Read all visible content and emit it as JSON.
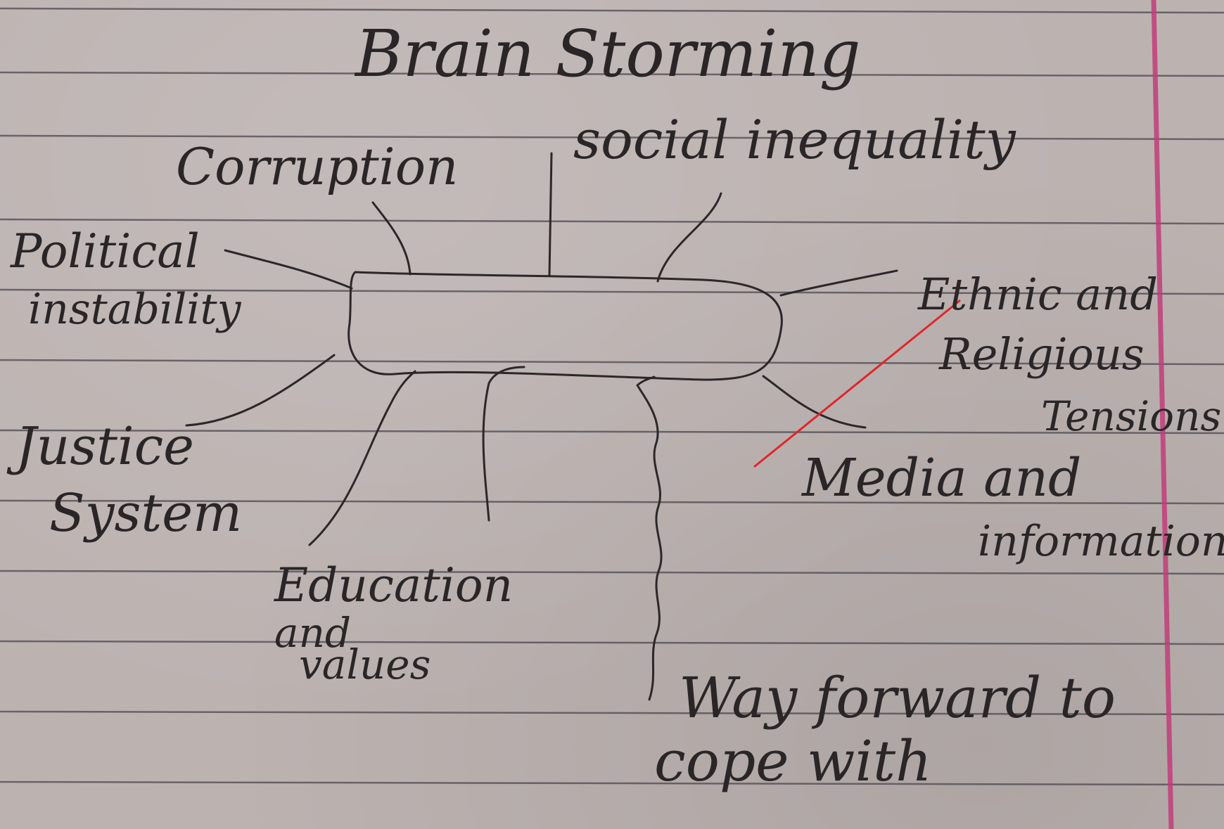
{
  "title": "Brain Storming",
  "center_label": "",
  "branches": [
    {
      "id": "corruption",
      "lines": [
        "Corruption"
      ]
    },
    {
      "id": "social-inequality",
      "lines": [
        "social inequality"
      ]
    },
    {
      "id": "political-instability",
      "lines": [
        "Political",
        "instability"
      ]
    },
    {
      "id": "ethnic-religious",
      "lines": [
        "Ethnic and",
        "Religious",
        "Tensions"
      ]
    },
    {
      "id": "justice-system",
      "lines": [
        "Justice",
        "System"
      ]
    },
    {
      "id": "media-information",
      "lines": [
        "Media and",
        "information"
      ]
    },
    {
      "id": "education-values",
      "lines": [
        "Education",
        "and",
        "values"
      ]
    },
    {
      "id": "way-forward",
      "lines": [
        "Way forward to",
        "cope with"
      ]
    }
  ],
  "colors": {
    "paper": "#bcb3b1",
    "rule_line": "#4d4850",
    "margin_line": "#c23d7a",
    "ink": "#2c2729",
    "red_annotation": "#e0262b"
  }
}
